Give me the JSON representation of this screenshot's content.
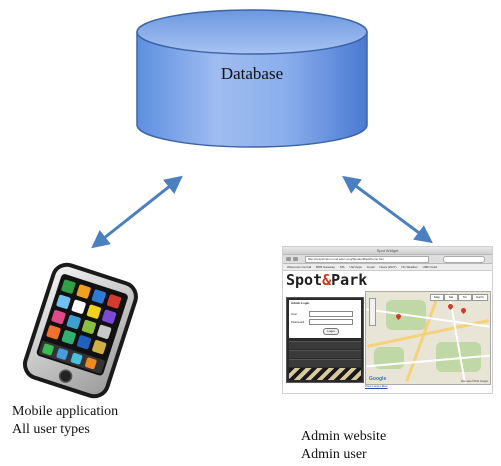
{
  "database": {
    "label": "Database"
  },
  "mobile": {
    "caption_line1": "Mobile application",
    "caption_line2": "All user types"
  },
  "admin": {
    "caption_line1": "Admin website",
    "caption_line2": "Admin user"
  },
  "website_screenshot": {
    "window_title": "Spot Widget",
    "url": "http://ecsptcntwrn.umd.edu/~ong/SpotandPark/home.htm",
    "bookmarks": [
      "Wisconsin Central",
      "BNB Gateway",
      "SIS",
      "UW Apps",
      "Gmail",
      "News (2027)",
      "NC Weather",
      "UMD Grad"
    ],
    "brand_left": "Spot",
    "brand_amp": "&",
    "brand_right": "Park",
    "login_title": "Admin Login",
    "login_user_label": "User",
    "login_password_label": "Password",
    "login_button": "Login",
    "map_types": [
      "Map",
      "Sat",
      "Ter",
      "Earth"
    ],
    "map_logo": "Google",
    "map_copyright": "Map data ©2011 Google",
    "map_link": "View Larger Map"
  },
  "colors": {
    "cylinder_light": "#a9c4f0",
    "cylinder_dark": "#4b7fd4",
    "cylinder_border": "#3c64a8",
    "arrow": "#4a7fc0"
  }
}
